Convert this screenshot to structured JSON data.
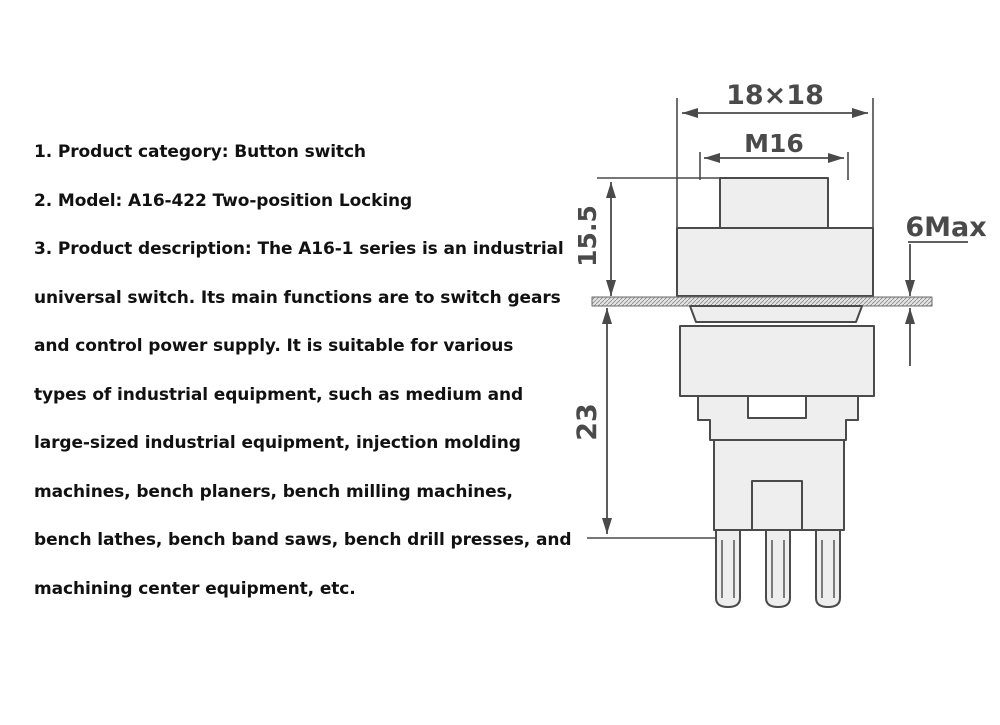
{
  "spec_lines": [
    "1. Product category: Button switch",
    "2. Model: A16-422 Two-position Locking",
    "3. Product description: The A16-1 series is an industrial",
    "universal switch. Its main functions are to switch gears",
    "and control power supply. It is suitable for various",
    "types of industrial equipment, such as medium and",
    "large-sized industrial equipment, injection molding",
    "machines, bench planers, bench milling machines,",
    "bench lathes, bench band saws, bench drill presses, and",
    "machining center equipment, etc."
  ],
  "dimensions": {
    "width": "18×18",
    "thread": "M16",
    "head_height": "15.5",
    "panel_max": "6Max",
    "body_height": "23"
  },
  "colors": {
    "line": "#4a4a4a",
    "fill": "#eeeeee",
    "panel": "#d8d8d8"
  }
}
